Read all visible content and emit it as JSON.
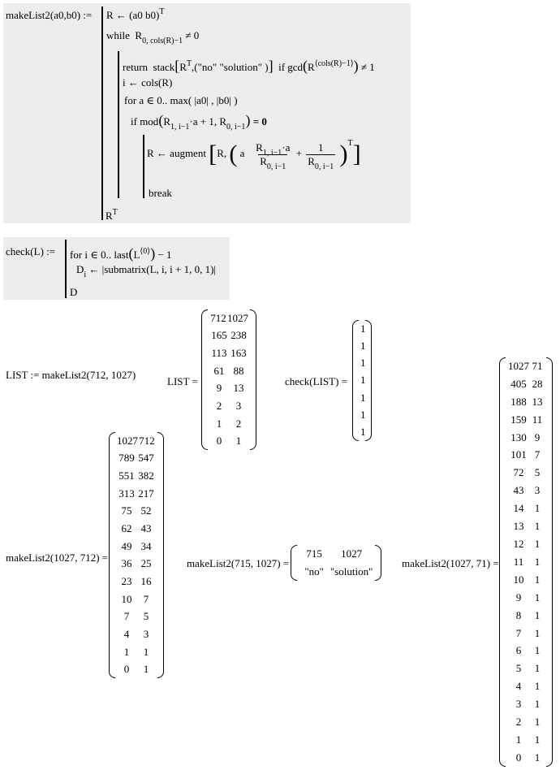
{
  "makelist_def": {
    "name": "makeList2(a0,b0) :=",
    "line1": "R ← (a0  b0)",
    "line1_sup": "T",
    "while_kw": "while",
    "while_cond_a": "R",
    "while_cond_sub": "0, cols(R)−1",
    "while_cond_b": "≠ 0",
    "return_kw": "return",
    "stack_a": "stack",
    "stack_R": "R",
    "stack_T": "T",
    "stack_rest": ",(\"no\"   \"solution\" )",
    "if_gcd": "if  gcd",
    "gcd_R": "R",
    "gcd_sup": "⟨cols(R)−1⟩",
    "gcd_ne": "≠ 1",
    "line_i": "i ← cols(R)",
    "for_line": "for  a ∈ 0.. max( |a0| , |b0| )",
    "if_mod_a": "if  mod",
    "mod_R1": "R",
    "mod_R1_sub": "1, i−1",
    "mod_mid": "·a + 1, R",
    "mod_R2_sub": "0, i−1",
    "mod_end": "= 0",
    "aug_lhs": "R ← augment",
    "aug_R": "R,",
    "aug_a": "a",
    "frac1_num": "R",
    "frac1_num_sub": "1, i−1",
    "frac1_num_tail": "·a",
    "frac1_den": "R",
    "frac1_den_sub": "0, i−1",
    "plus": "+",
    "frac2_num": "1",
    "frac2_den": "R",
    "frac2_den_sub": "0, i−1",
    "aug_T": "T",
    "break_kw": "break",
    "return_val": "R",
    "return_sup": "T"
  },
  "check_def": {
    "name": "check(L) :=",
    "for_a": "for  i ∈ 0.. last",
    "L": "L",
    "L_sup": "⟨0⟩",
    "minus1": "− 1",
    "D": "D",
    "D_sub": "i",
    "assign": "← |submatrix(L, i, i + 1, 0, 1)|",
    "result": "D"
  },
  "list_assign": "LIST := makeList2(712, 1027)",
  "list_label": "LIST =",
  "list_matrix": [
    [
      "712",
      "1027"
    ],
    [
      "165",
      "238"
    ],
    [
      "113",
      "163"
    ],
    [
      "61",
      "88"
    ],
    [
      "9",
      "13"
    ],
    [
      "2",
      "3"
    ],
    [
      "1",
      "2"
    ],
    [
      "0",
      "1"
    ]
  ],
  "check_label": "check(LIST) =",
  "check_matrix": [
    "1",
    "1",
    "1",
    "1",
    "1",
    "1",
    "1"
  ],
  "eval1_label": "makeList2(1027, 712) =",
  "eval1_matrix": [
    [
      "1027",
      "712"
    ],
    [
      "789",
      "547"
    ],
    [
      "551",
      "382"
    ],
    [
      "313",
      "217"
    ],
    [
      "75",
      "52"
    ],
    [
      "62",
      "43"
    ],
    [
      "49",
      "34"
    ],
    [
      "36",
      "25"
    ],
    [
      "23",
      "16"
    ],
    [
      "10",
      "7"
    ],
    [
      "7",
      "5"
    ],
    [
      "4",
      "3"
    ],
    [
      "1",
      "1"
    ],
    [
      "0",
      "1"
    ]
  ],
  "eval2_label": "makeList2(715, 1027) =",
  "eval2_matrix": [
    [
      "715",
      "1027"
    ],
    [
      "\"no\"",
      "\"solution\""
    ]
  ],
  "eval3_label": "makeList2(1027, 71) =",
  "eval3_matrix": [
    [
      "1027",
      "71"
    ],
    [
      "405",
      "28"
    ],
    [
      "188",
      "13"
    ],
    [
      "159",
      "11"
    ],
    [
      "130",
      "9"
    ],
    [
      "101",
      "7"
    ],
    [
      "72",
      "5"
    ],
    [
      "43",
      "3"
    ],
    [
      "14",
      "1"
    ],
    [
      "13",
      "1"
    ],
    [
      "12",
      "1"
    ],
    [
      "11",
      "1"
    ],
    [
      "10",
      "1"
    ],
    [
      "9",
      "1"
    ],
    [
      "8",
      "1"
    ],
    [
      "7",
      "1"
    ],
    [
      "6",
      "1"
    ],
    [
      "5",
      "1"
    ],
    [
      "4",
      "1"
    ],
    [
      "3",
      "1"
    ],
    [
      "2",
      "1"
    ],
    [
      "1",
      "1"
    ],
    [
      "0",
      "1"
    ]
  ]
}
